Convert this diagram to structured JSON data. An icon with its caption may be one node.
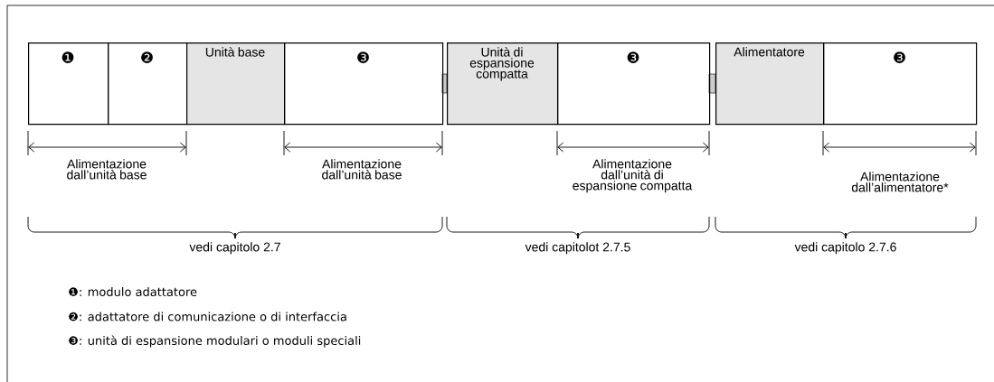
{
  "diagram": {
    "nodes": [
      {
        "text": [
          "❶"
        ]
      },
      {
        "text": [
          "❷"
        ]
      },
      {
        "text": [
          "Unità base"
        ]
      },
      {
        "text": [
          "❸"
        ]
      },
      {
        "text": [
          "Unità di espansione compatta"
        ]
      },
      {
        "text": [
          "❸"
        ]
      },
      {
        "text": [
          "Alimentatore"
        ]
      },
      {
        "text": [
          "❸"
        ]
      }
    ],
    "labels": [
      "Alimentazione dall’unità base",
      "Alimentazione dall’unità base",
      "Alimentazione dall’unità di espansione compatta",
      "Alimentazione dall’alimentatore*",
      "vedi capitolo 2.7",
      "vedi capitolot 2.7.5",
      "vedi capitolo 2.7.6",
      "❶: modulo adattatore",
      "❷: adattatore di comunicazione o di interfaccia",
      "❸: unità di espansione modulari o moduli speciali"
    ]
  }
}
